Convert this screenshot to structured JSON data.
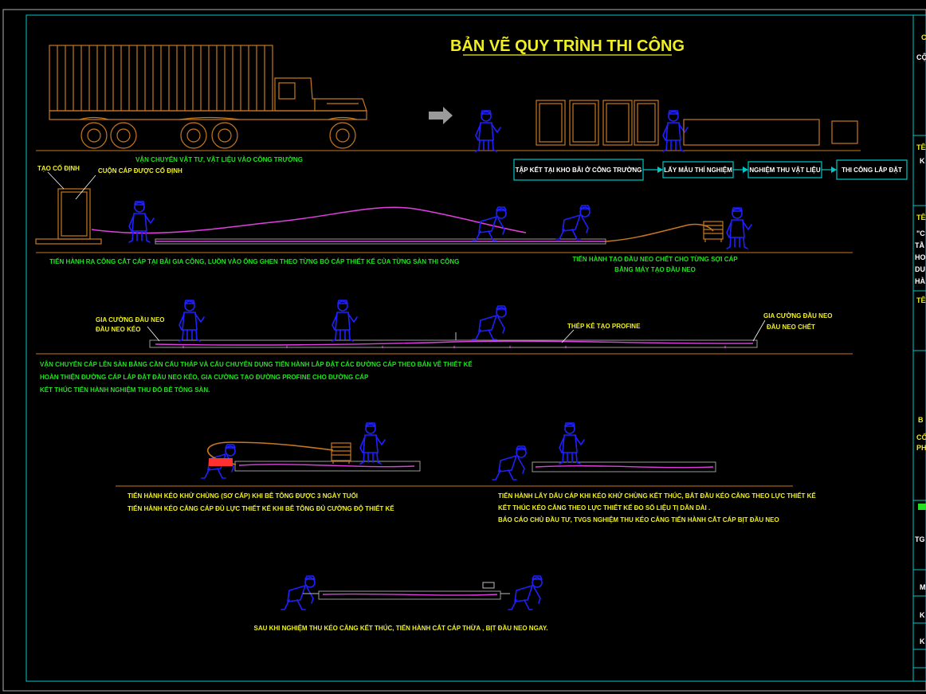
{
  "title": "BẢN VẼ QUY TRÌNH THI CÔNG",
  "colors": {
    "background": "#000000",
    "frame": "#00c8c8",
    "worker": "#2020ff",
    "cable": "#e040e0",
    "truck": "#c8781e",
    "caption": "#22e022",
    "label": "#f0f020"
  },
  "section1": {
    "caption": "VẬN CHUYỂN VẬT TƯ, VẬT LIỆU VÀO CÔNG TRƯỜNG",
    "flow_steps": [
      "TẬP KẾT TẠI KHO BÃI Ở CÔNG TRƯỜNG",
      "LẤY MẪU THÍ NGHIỆM",
      "NGHIỆM THU VẬT LIỆU",
      "THI CÔNG LẮP ĐẶT"
    ]
  },
  "section2": {
    "label_frame": "TẠO CỐ ĐỊNH",
    "label_coil": "CUỘN CÁP ĐƯỢC CỐ ĐỊNH",
    "caption_left": "TIẾN HÀNH RA CÔNG CẮT CÁP TẠI BÃI GIA CÔNG, LUỒN VÀO ỐNG GHEN THEO TỪNG BÓ CÁP THIẾT KẾ CỦA TỪNG SÀN THI CÔNG",
    "caption_right_1": "TIẾN HÀNH TẠO ĐẦU NEO CHẾT CHO TỪNG SỢI CÁP",
    "caption_right_2": "BẰNG MÁY TẠO ĐẦU NEO"
  },
  "section3": {
    "label_left_1": "GIA CƯỜNG ĐẦU NEO",
    "label_left_2": "ĐẦU NEO KÉO",
    "label_mid": "THÉP KÊ TẠO PROFINE",
    "label_right_1": "GIA CƯỜNG ĐẦU NEO",
    "label_right_2": "ĐẦU NEO CHẾT",
    "caption_1": "VẬN CHUYỂN CÁP LÊN SÀN BẰNG CẦN CẨU THÁP VÀ CẨU CHUYÊN DỤNG TIẾN HÀNH LẮP ĐẶT CÁC ĐƯỜNG CÁP THEO BẢN VẼ THIẾT KẾ",
    "caption_2": "HOÀN THIỆN ĐƯỜNG CÁP LẮP ĐẶT ĐẦU NEO KÉO, GIA CƯỜNG TẠO ĐƯỜNG PROFINE CHO ĐƯỜNG CÁP",
    "caption_3": "KẾT THÚC TIẾN HÀNH NGHIỆM THU ĐỔ BÊ TÔNG SÀN."
  },
  "section4": {
    "left_1": "TIẾN HÀNH KÉO KHỬ CHÙNG (SƠ CẤP) KHI BÊ TÔNG ĐƯỢC 3 NGÀY TUỔI",
    "left_2": "TIẾN HÀNH KÉO CĂNG CÁP ĐỦ LỰC THIẾT KẾ KHI BÊ TÔNG ĐỦ CƯỜNG ĐỘ THIẾT KẾ",
    "right_1": "TIẾN HÀNH LẤY DẤU CÁP KHI KÉO KHỬ CHÙNG KẾT THÚC, BẮT ĐẦU KÉO CĂNG THEO LỰC THIẾT KẾ",
    "right_2": "KẾT THÚC KÉO CĂNG THEO LỰC THIẾT KẾ ĐO SỐ LIỆU TỊ DÃN DÀI .",
    "right_3": "BÁO CÁO CHỦ ĐẦU TƯ, TVGS NGHIỆM THU KÉO CĂNG TIẾN HÀNH CẮT CÁP BỊT ĐẦU NEO"
  },
  "section5": {
    "caption": "SAU KHI NGHIỆM THU KÉO CĂNG KẾT THÚC, TIẾN HÀNH CẮT CÁP THỪA , BỊT ĐẦU NEO NGAY."
  },
  "titleblock": {
    "r1": "C",
    "r2": "CỘ",
    "r3": "TÊ",
    "r4": "K",
    "r5": "TÊ",
    "r6": "\"C",
    "r7": "TẦ",
    "r8": "HO",
    "r9": "DU",
    "r10": "HÀ",
    "r11": "TÊ",
    "r12": "B",
    "r13": "CỐ",
    "r14": "PH",
    "r15": "TG",
    "r16": "M",
    "r17": "K",
    "r18": "K"
  }
}
